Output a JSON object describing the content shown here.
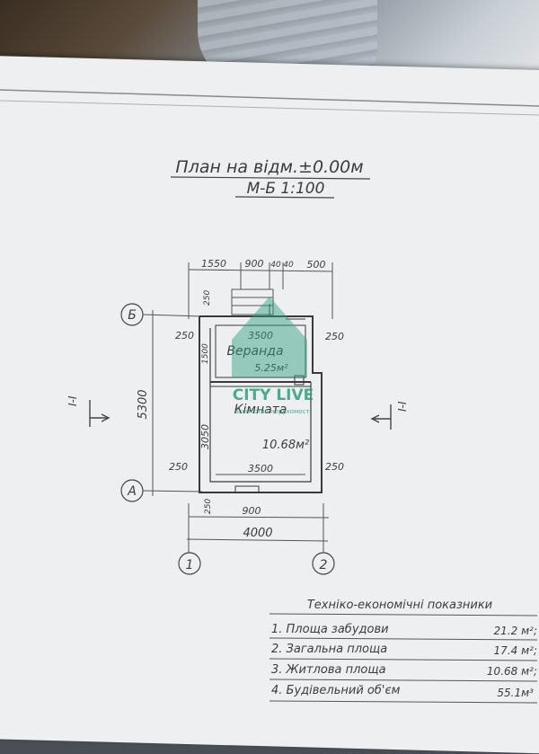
{
  "sheet": {
    "title": "План на відм.±0.00м",
    "scale": "М-Б 1:100"
  },
  "plan": {
    "axis_b": "Б",
    "axis_a": "А",
    "axis_1": "1",
    "axis_2": "2",
    "section_mark": "I-I",
    "top_dims": [
      "1550",
      "900",
      "40",
      "40",
      "500"
    ],
    "side_dim_height": "5300",
    "dim_250": "250",
    "dim_1500": "1500",
    "dim_3050": "3050",
    "dim_3500": "3500",
    "dim_900": "900",
    "dim_4000": "4000",
    "veranda_label": "Веранда",
    "veranda_area": "5.25м²",
    "room_label": "Кімната",
    "room_area": "10.68м²"
  },
  "watermark": {
    "brand": "CITY LIVE",
    "sub": "агентство нерухомості",
    "color": "#2f9f7f"
  },
  "indicators": {
    "heading": "Техніко-економічні показники",
    "rows": [
      {
        "label": "1. Площа забудови",
        "value": "21.2 м²;"
      },
      {
        "label": "2. Загальна площа",
        "value": "17.4 м²;"
      },
      {
        "label": "3. Житлова площа",
        "value": "10.68 м²;"
      },
      {
        "label": "4. Будівельний об'єм",
        "value": "55.1м³"
      }
    ]
  }
}
